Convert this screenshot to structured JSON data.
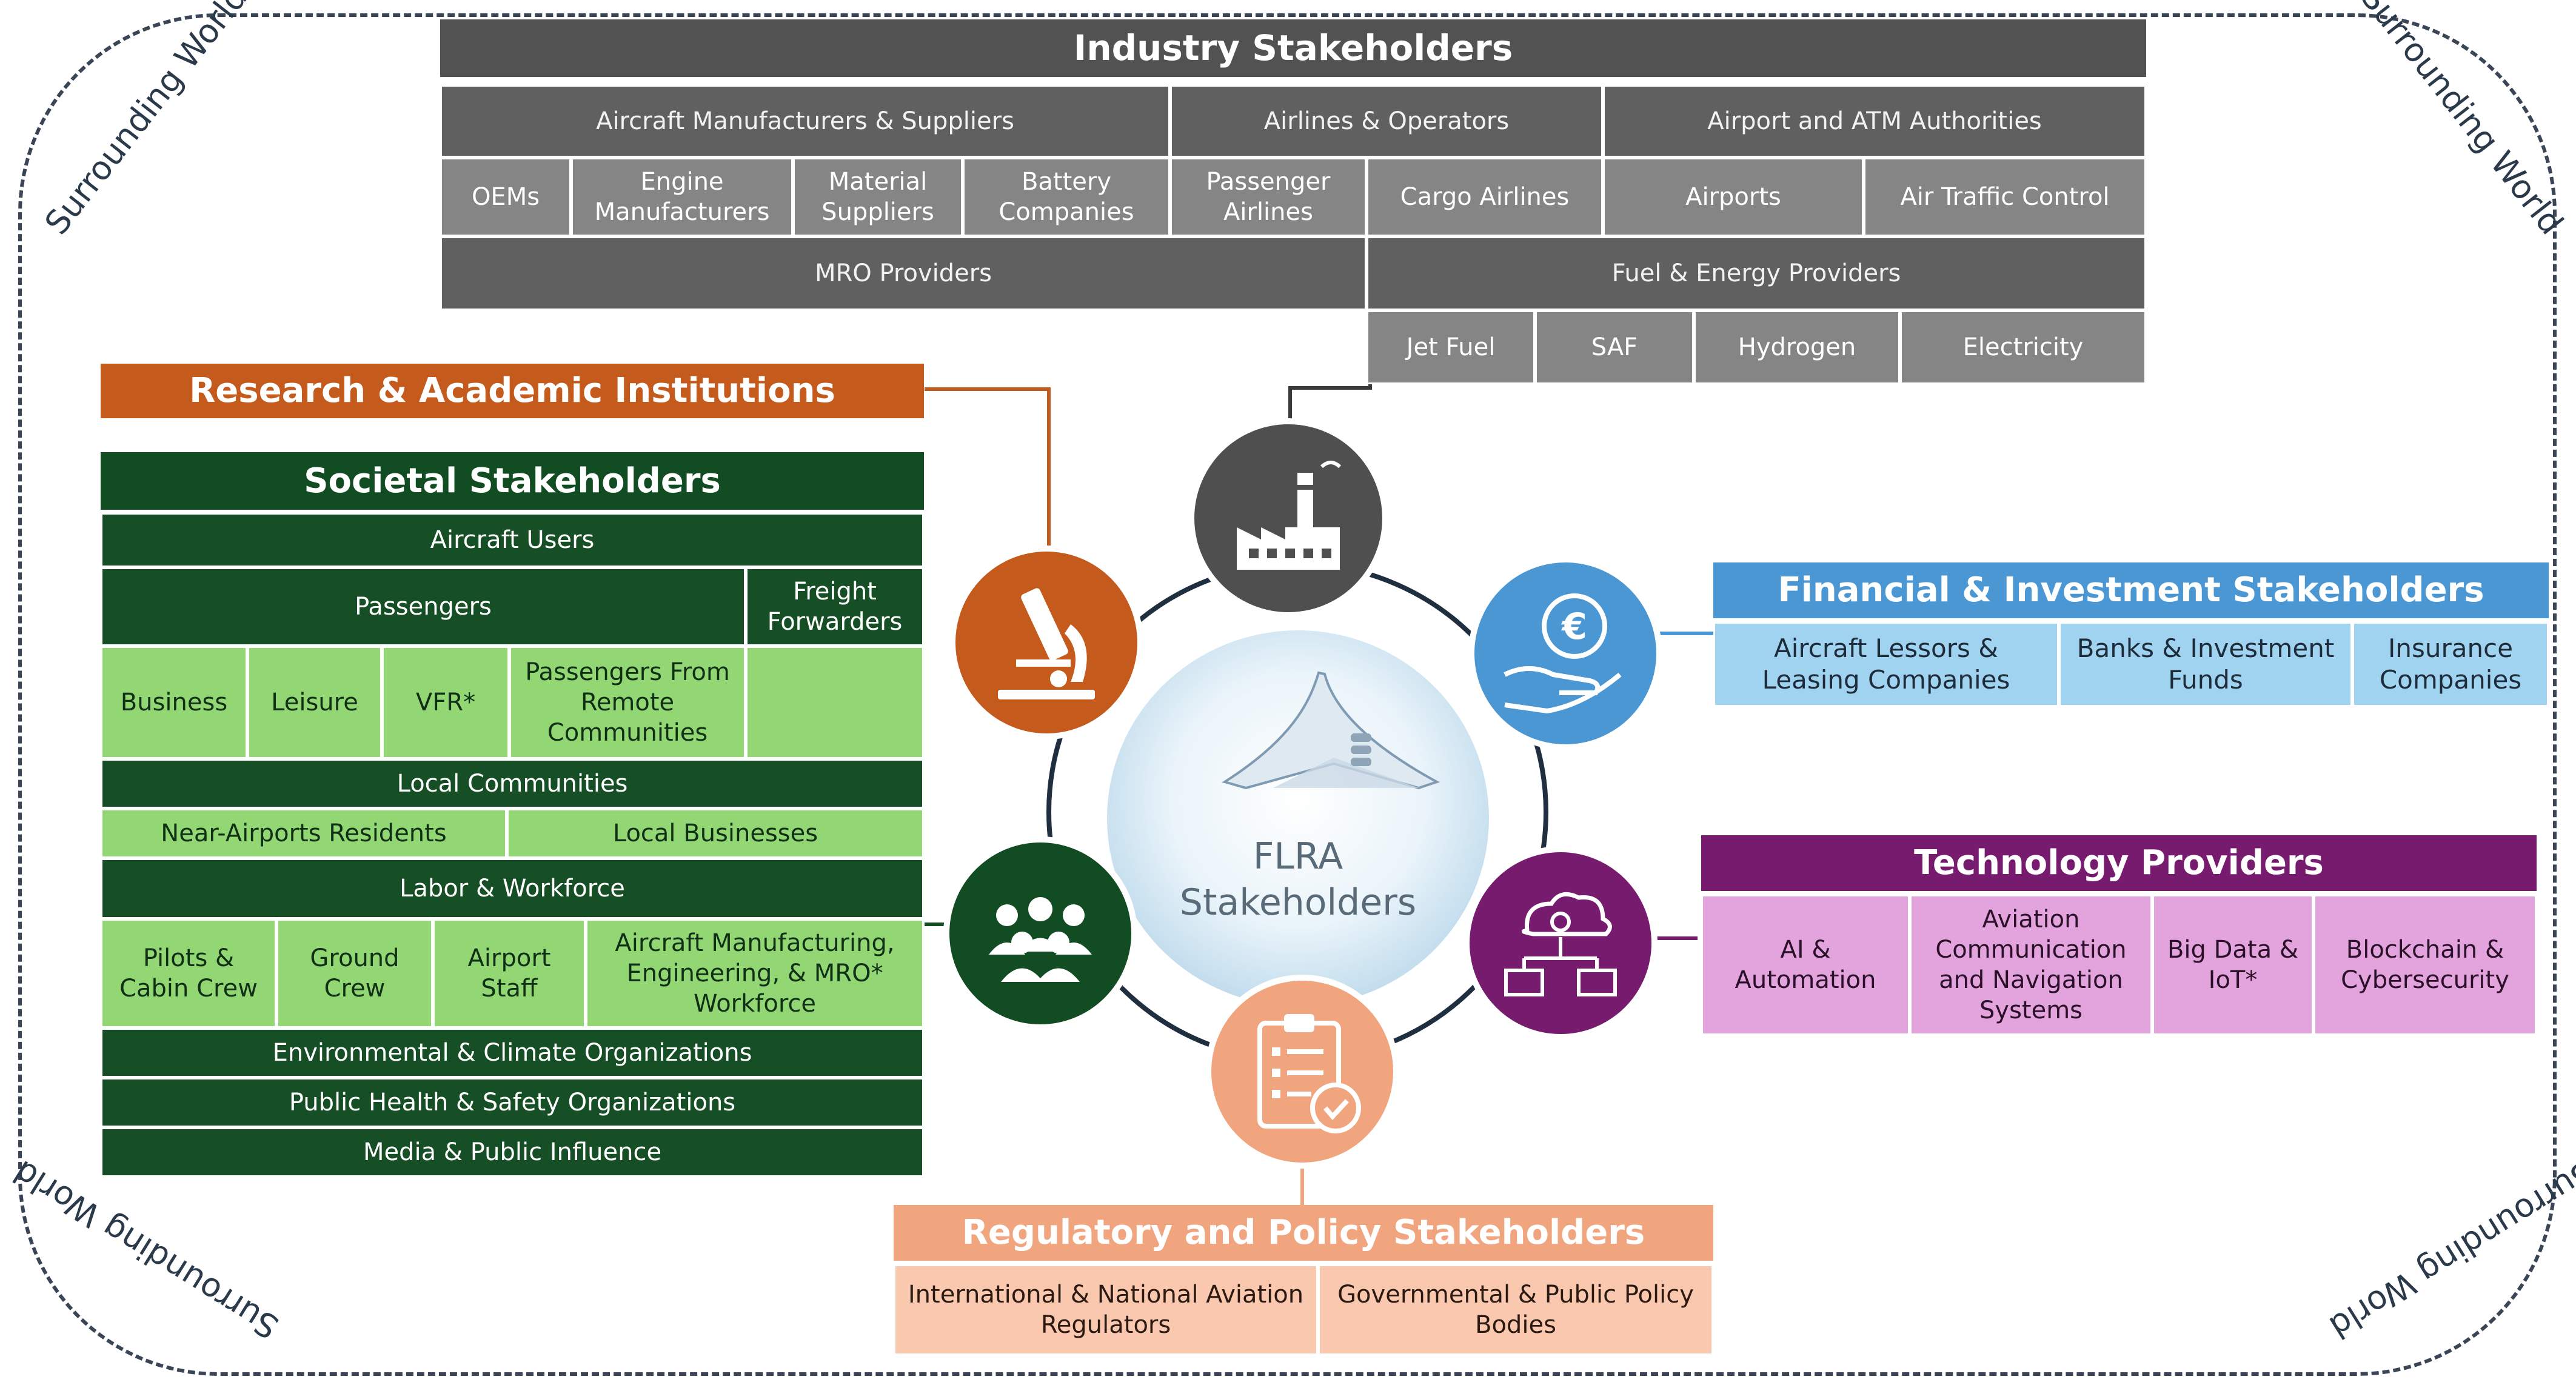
{
  "surrounding": "Surrounding World",
  "center": {
    "line1": "FLRA",
    "line2": "Stakeholders"
  },
  "industry": {
    "title": "Industry Stakeholders",
    "categories": [
      "Aircraft Manufacturers & Suppliers",
      "Airlines & Operators",
      "Airport and ATM Authorities"
    ],
    "subs": [
      "OEMs",
      "Engine Manufacturers",
      "Material Suppliers",
      "Battery Companies",
      "Passenger Airlines",
      "Cargo Airlines",
      "Airports",
      "Air Traffic Control"
    ],
    "mro": "MRO Providers",
    "fuel": "Fuel & Energy Providers",
    "fuel_subs": [
      "Jet Fuel",
      "SAF",
      "Hydrogen",
      "Electricity"
    ]
  },
  "research": {
    "title": "Research & Academic Institutions"
  },
  "societal": {
    "title": "Societal Stakeholders",
    "aircraft_users": "Aircraft Users",
    "passengers": "Passengers",
    "freight": "Freight Forwarders",
    "passenger_types": [
      "Business",
      "Leisure",
      "VFR*",
      "Passengers From Remote Communities"
    ],
    "local_communities": "Local Communities",
    "community_types": [
      "Near-Airports Residents",
      "Local Businesses"
    ],
    "labor": "Labor & Workforce",
    "labor_types": [
      "Pilots & Cabin Crew",
      "Ground Crew",
      "Airport Staff",
      "Aircraft Manufacturing, Engineering, & MRO* Workforce"
    ],
    "orgs": [
      "Environmental & Climate Organizations",
      "Public Health & Safety Organizations",
      "Media & Public Influence"
    ]
  },
  "financial": {
    "title": "Financial & Investment Stakeholders",
    "items": [
      "Aircraft Lessors & Leasing Companies",
      "Banks & Investment Funds",
      "Insurance Companies"
    ]
  },
  "technology": {
    "title": "Technology Providers",
    "items": [
      "AI & Automation",
      "Aviation Communication and Navigation Systems",
      "Big Data & IoT*",
      "Blockchain & Cybersecurity"
    ]
  },
  "regulatory": {
    "title": "Regulatory and Policy Stakeholders",
    "items": [
      "International & National Aviation Regulators",
      "Governmental & Public Policy Bodies"
    ]
  },
  "colors": {
    "industry": "#525252",
    "research": "#c55a1d",
    "societal": "#124c22",
    "societal_light": "#93d774",
    "financial": "#4a97d4",
    "technology": "#761b6e",
    "regulatory": "#f1a57e"
  },
  "icons": [
    "factory-icon",
    "microscope-icon",
    "hand-euro-icon",
    "people-group-icon",
    "cloud-network-icon",
    "clipboard-check-icon",
    "aircraft-image"
  ]
}
